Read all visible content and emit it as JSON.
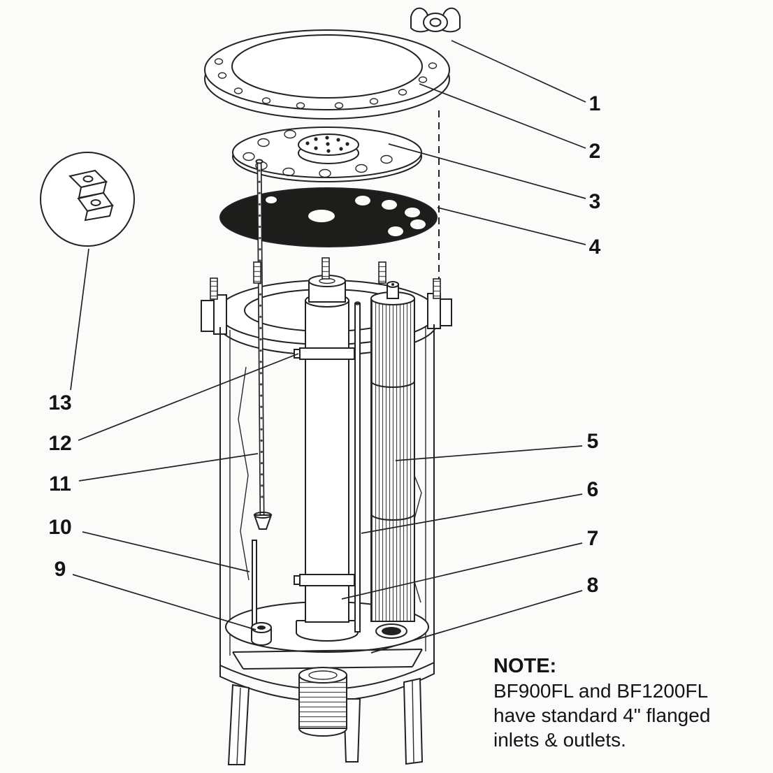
{
  "page": {
    "background": "#fbfbf9",
    "ink": "#222222"
  },
  "parts": {
    "gasket_fill": "#1d1d1b"
  },
  "callouts": [
    {
      "id": "1"
    },
    {
      "id": "2"
    },
    {
      "id": "3"
    },
    {
      "id": "4"
    },
    {
      "id": "5"
    },
    {
      "id": "6"
    },
    {
      "id": "7"
    },
    {
      "id": "8"
    },
    {
      "id": "9"
    },
    {
      "id": "10"
    },
    {
      "id": "11"
    },
    {
      "id": "12"
    },
    {
      "id": "13"
    }
  ],
  "note": {
    "title": "NOTE:",
    "lines": [
      "BF900FL and BF1200FL",
      "have standard 4\" flanged",
      "inlets & outlets."
    ]
  }
}
